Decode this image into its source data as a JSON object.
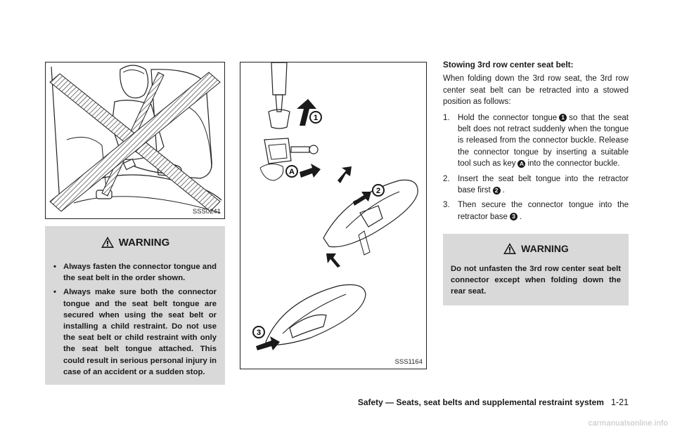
{
  "figure1": {
    "code": "SSS0241"
  },
  "figure2": {
    "code": "SSS1164",
    "callouts": [
      "1",
      "A",
      "2",
      "3"
    ]
  },
  "warning1": {
    "title": "WARNING",
    "items": [
      "Always fasten the connector tongue and the seat belt in the order shown.",
      "Always make sure both the connector tongue and the seat belt tongue are secured when using the seat belt or installing a child restraint. Do not use the seat belt or child restraint with only the seat belt tongue attached. This could result in serious personal injury in case of an accident or a sudden stop."
    ]
  },
  "section": {
    "heading": "Stowing 3rd row center seat belt:",
    "intro": "When folding down the 3rd row seat, the 3rd row center seat belt can be retracted into a stowed position as follows:",
    "steps": [
      {
        "num": "1.",
        "a": "Hold the connector tongue",
        "m1": "1",
        "b": "so that the seat belt does not retract suddenly when the tongue is released from the connector buckle. Release the connector tongue by inserting a suitable tool such as key",
        "m2": "A",
        "c": "into the connector buckle."
      },
      {
        "num": "2.",
        "a": "Insert the seat belt tongue into the retractor base first",
        "m1": "2",
        "b": "."
      },
      {
        "num": "3.",
        "a": "Then secure the connector tongue into the retractor base",
        "m1": "3",
        "b": "."
      }
    ]
  },
  "warning2": {
    "title": "WARNING",
    "text": "Do not unfasten the 3rd row center seat belt connector except when folding down the rear seat."
  },
  "footer": {
    "section": "Safety — Seats, seat belts and supplemental restraint system",
    "page": "1-21"
  },
  "watermark": "carmanualsonline.info"
}
